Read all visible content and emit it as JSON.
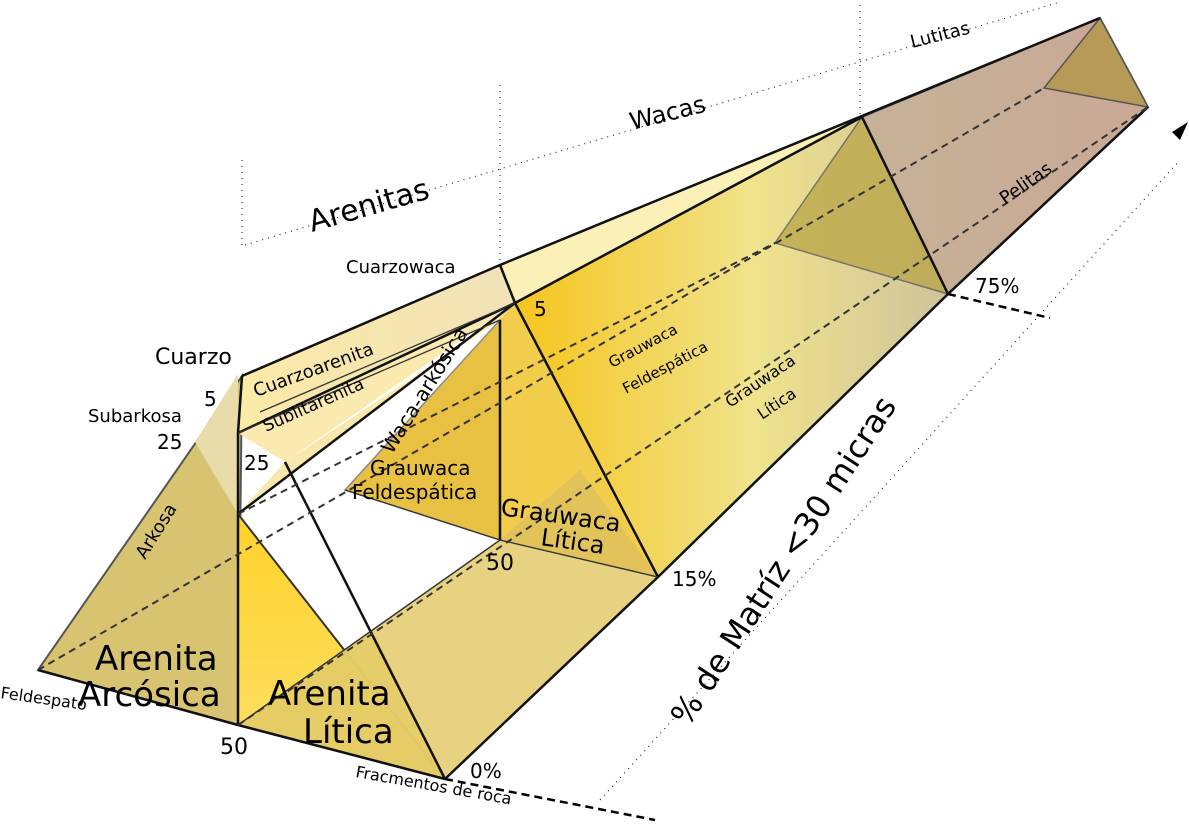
{
  "labels": {
    "cuarzo": "Cuarzo",
    "feldespato": "Feldespato",
    "fragmentos": "Fracmentos de roca",
    "arenitas": "Arenitas",
    "wacas": "Wacas",
    "lutitas": "Lutitas",
    "pelitas": "Pelitas",
    "cuarzowaca": "Cuarzowaca",
    "cuarzoarenita": "Cuarzoarenita",
    "sublitarenita": "Sublitarenita",
    "subarkosa": "Subarkosa",
    "arkosa": "Arkosa",
    "arenita_arcosica_1": "Arenita",
    "arenita_arcosica_2": "Arcósica",
    "arenita_litica_1": "Arenita",
    "arenita_litica_2": "Lítica",
    "waca_arkosica": "Waca-arkósica",
    "grauwaca_feld_1": "Grauwaca",
    "grauwaca_feld_2": "Feldespática",
    "grauwaca_lit_1": "Grauwaca",
    "grauwaca_lit_2": "Lítica",
    "grauwaca_feld_b1": "Grauwaca",
    "grauwaca_feld_b2": "Feldespática",
    "grauwaca_lit_b1": "Grauwaca",
    "grauwaca_lit_b2": "Lítica",
    "axis_matriz": "% de Matríz <30 micras"
  },
  "ticks": {
    "q5": "5",
    "q25": "25",
    "q25b": "25",
    "p50": "50",
    "p50b": "50",
    "p5b": "5",
    "pct0": "0%",
    "pct15": "15%",
    "pct75": "75%"
  },
  "colors": {
    "sand_light": "#fbeaa5",
    "sand_tan": "#d8c06a",
    "yellow_bright": "#fdd22a",
    "yellow_mid": "#f0c430",
    "yellow_pale": "#fde8a0",
    "pelite_pink": "#c9ab9a",
    "lutite_brown": "#b99a56",
    "stroke": "#000000"
  }
}
